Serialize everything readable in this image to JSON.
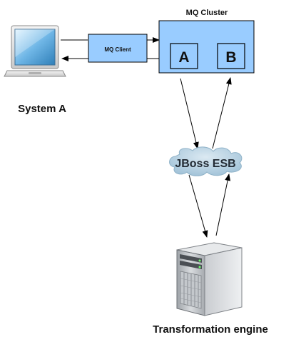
{
  "diagram": {
    "system_a": {
      "label": "System A"
    },
    "mq_client": {
      "label": "MQ Client"
    },
    "mq_cluster": {
      "title": "MQ Cluster",
      "node_a": "A",
      "node_b": "B"
    },
    "esb": {
      "label": "JBoss ESB"
    },
    "transformation_engine": {
      "label": "Transformation engine"
    }
  },
  "colors": {
    "box_fill": "#99ccff",
    "node_fill": "#99ccff",
    "cloud_fill": "#b9d3e3",
    "arrow": "#000000"
  },
  "icons": {
    "system_a": "laptop-icon",
    "transformation_engine": "server-tower-icon",
    "esb": "cloud-icon"
  }
}
